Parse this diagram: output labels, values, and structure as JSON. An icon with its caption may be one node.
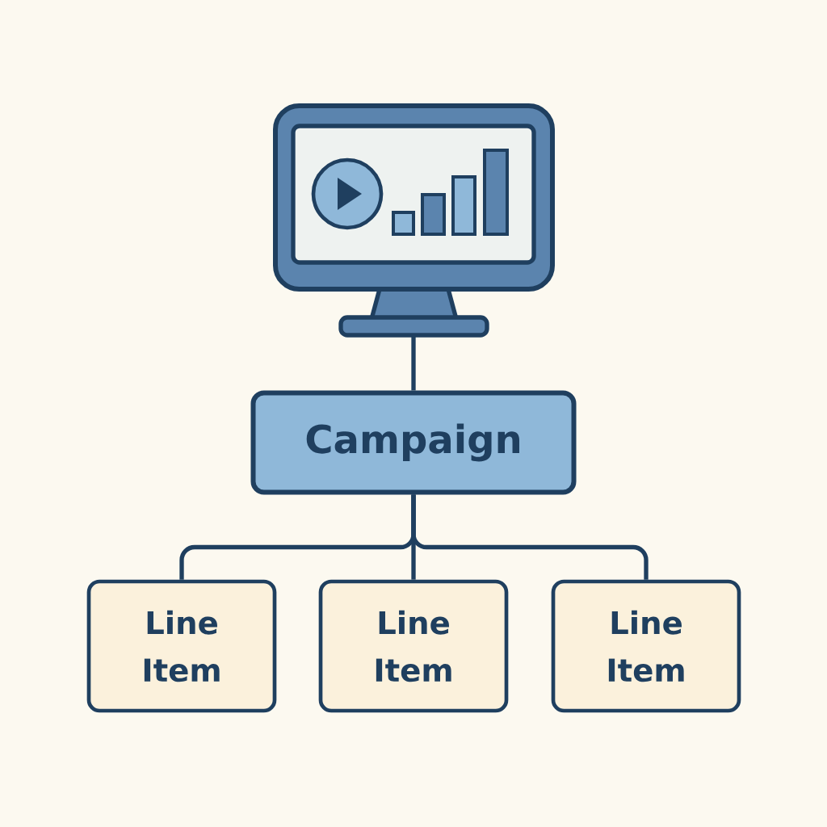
{
  "diagram": {
    "nodes": [
      {
        "text": [],
        "shape": "picture"
      },
      {
        "text": [
          "Campaign"
        ]
      },
      {
        "text": [
          "Line Item"
        ]
      },
      {
        "text": [
          "Line Item"
        ]
      },
      {
        "text": [
          "Line Item"
        ]
      }
    ],
    "edges": [
      {
        "from": 0,
        "to": 1,
        "arrow": "none"
      },
      {
        "from": 1,
        "to": 2,
        "arrow": "none"
      },
      {
        "from": 1,
        "to": 3,
        "arrow": "none"
      },
      {
        "from": 1,
        "to": 4,
        "arrow": "none"
      }
    ]
  }
}
